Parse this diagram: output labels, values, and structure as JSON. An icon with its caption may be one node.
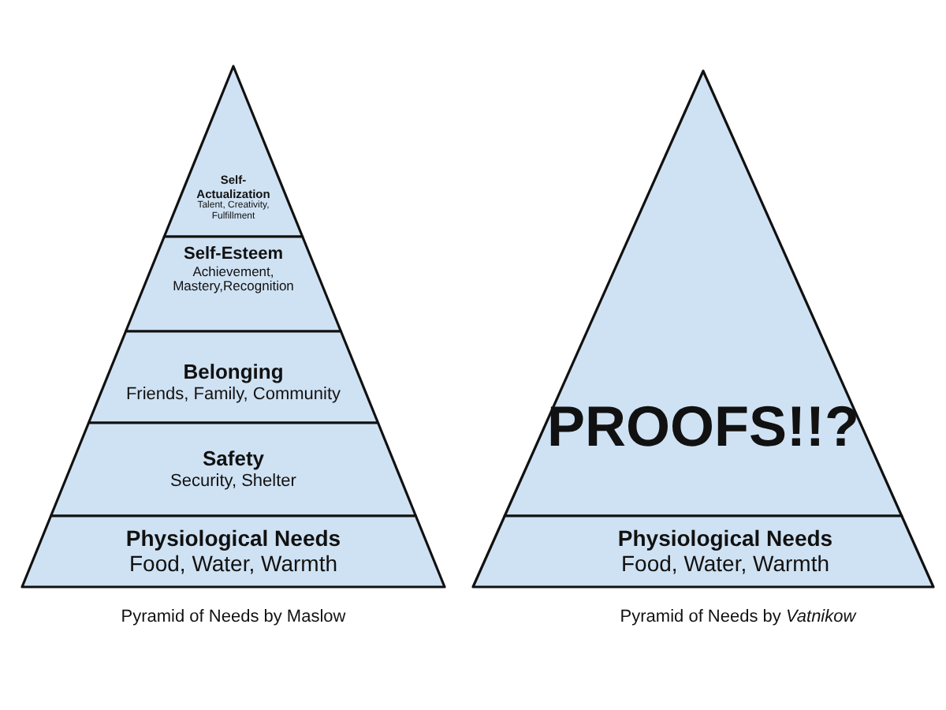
{
  "diagram": {
    "nodes": [
      {
        "text": [
          "Self-Actualization",
          "Talent, Creativity, Fulfillment"
        ]
      },
      {
        "text": [
          "Self-Esteem",
          "Achievement, Mastery,Recognition"
        ]
      },
      {
        "text": [
          "Belonging",
          "Friends, Family, Community"
        ]
      },
      {
        "text": [
          "Safety",
          "Security, Shelter"
        ]
      },
      {
        "text": [
          "Physiological Needs",
          "Food, Water, Warmth"
        ]
      },
      {
        "text": [
          "PROOFS!!?"
        ]
      },
      {
        "text": [
          "Physiological Needs",
          "Food, Water, Warmth"
        ]
      }
    ],
    "edges": [],
    "labels": [
      "Pyramid of Needs by Maslow",
      "Pyramid of Needs by *Vatnikow*"
    ]
  }
}
